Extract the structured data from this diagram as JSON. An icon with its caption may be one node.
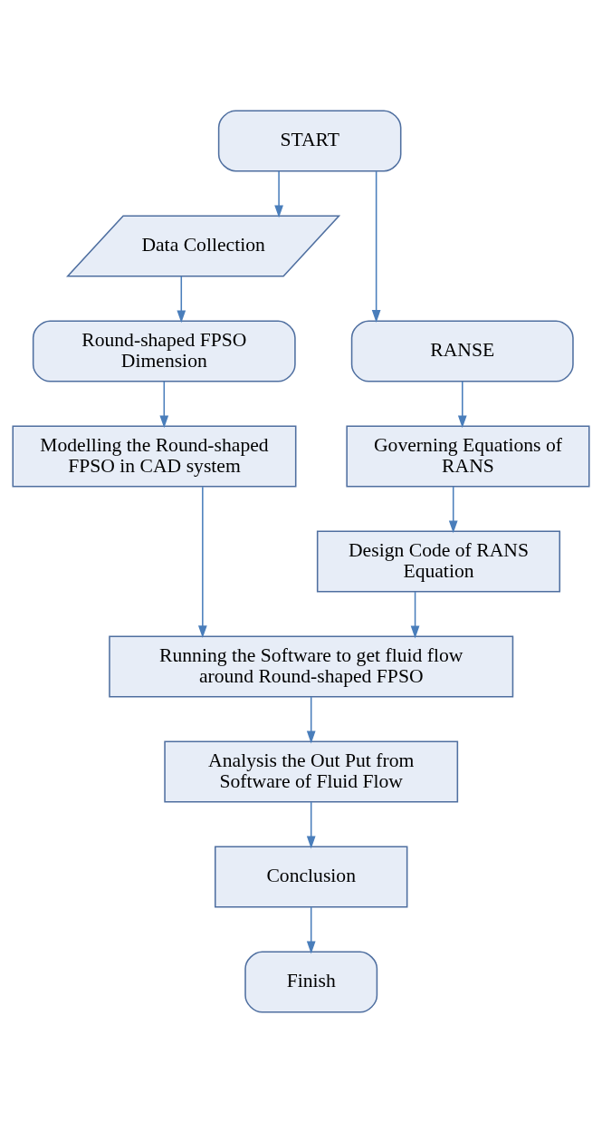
{
  "diagram": {
    "nodes": [
      {
        "text": [
          "START"
        ]
      },
      {
        "text": [
          "Data Collection"
        ]
      },
      {
        "text": [
          "RANSE"
        ]
      },
      {
        "text": [
          "Round-shaped FPSO Dimension"
        ]
      },
      {
        "text": [
          "Governing Equations of RANS"
        ]
      },
      {
        "text": [
          "Modelling the Round-shaped FPSO in CAD system"
        ]
      },
      {
        "text": [
          "Design Code of RANS Equation"
        ]
      },
      {
        "text": [
          "Running the Software to get fluid flow around Round-shaped FPSO"
        ]
      },
      {
        "text": [
          "Analysis the Out Put from Software of Fluid Flow"
        ]
      },
      {
        "text": [
          "Conclusion"
        ]
      },
      {
        "text": [
          "Finish"
        ]
      }
    ],
    "edges": [
      {
        "from": 0,
        "to": 1,
        "arrow": "to"
      },
      {
        "from": 0,
        "to": 2,
        "arrow": "to"
      },
      {
        "from": 1,
        "to": 3,
        "arrow": "to"
      },
      {
        "from": 2,
        "to": 4,
        "arrow": "to"
      },
      {
        "from": 3,
        "to": 5,
        "arrow": "to"
      },
      {
        "from": 4,
        "to": 6,
        "arrow": "to"
      },
      {
        "from": 6,
        "to": 7,
        "arrow": "to"
      },
      {
        "from": 5,
        "to": 7,
        "arrow": "to"
      },
      {
        "from": 7,
        "to": 8,
        "arrow": "to"
      },
      {
        "from": 8,
        "to": 9,
        "arrow": "to"
      },
      {
        "from": 9,
        "to": 10,
        "arrow": "to"
      }
    ]
  }
}
